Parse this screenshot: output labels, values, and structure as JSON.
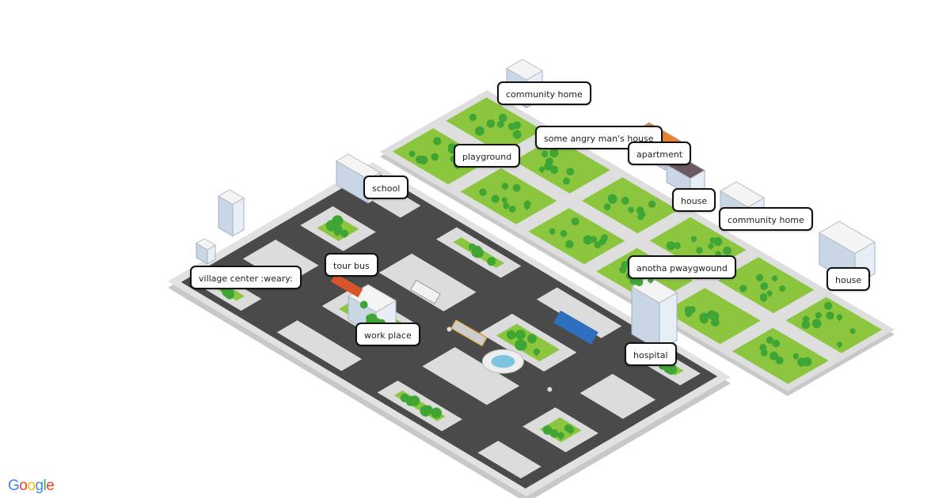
{
  "labels": {
    "community_home_1": "community home",
    "angry_man_house": "some angry man's house",
    "apartment": "apartment",
    "playground": "playground",
    "house_1": "house",
    "school": "school",
    "community_home_2": "community home",
    "tour_bus": "tour bus",
    "village_center": "village center :weary:",
    "anotha_pwaygwound": "anotha pwaygwound",
    "house_2": "house",
    "work_place": "work place",
    "hospital": "hospital"
  },
  "attribution": {
    "logo_text": "Google",
    "letter_colors": [
      "#4285F4",
      "#EA4335",
      "#FBBC05",
      "#4285F4",
      "#34A853",
      "#EA4335"
    ]
  },
  "colors": {
    "grass": "#8cc63f",
    "road": "#4a4a4a",
    "sidewalk": "#dcdcdc",
    "tree": "#3fa535"
  }
}
